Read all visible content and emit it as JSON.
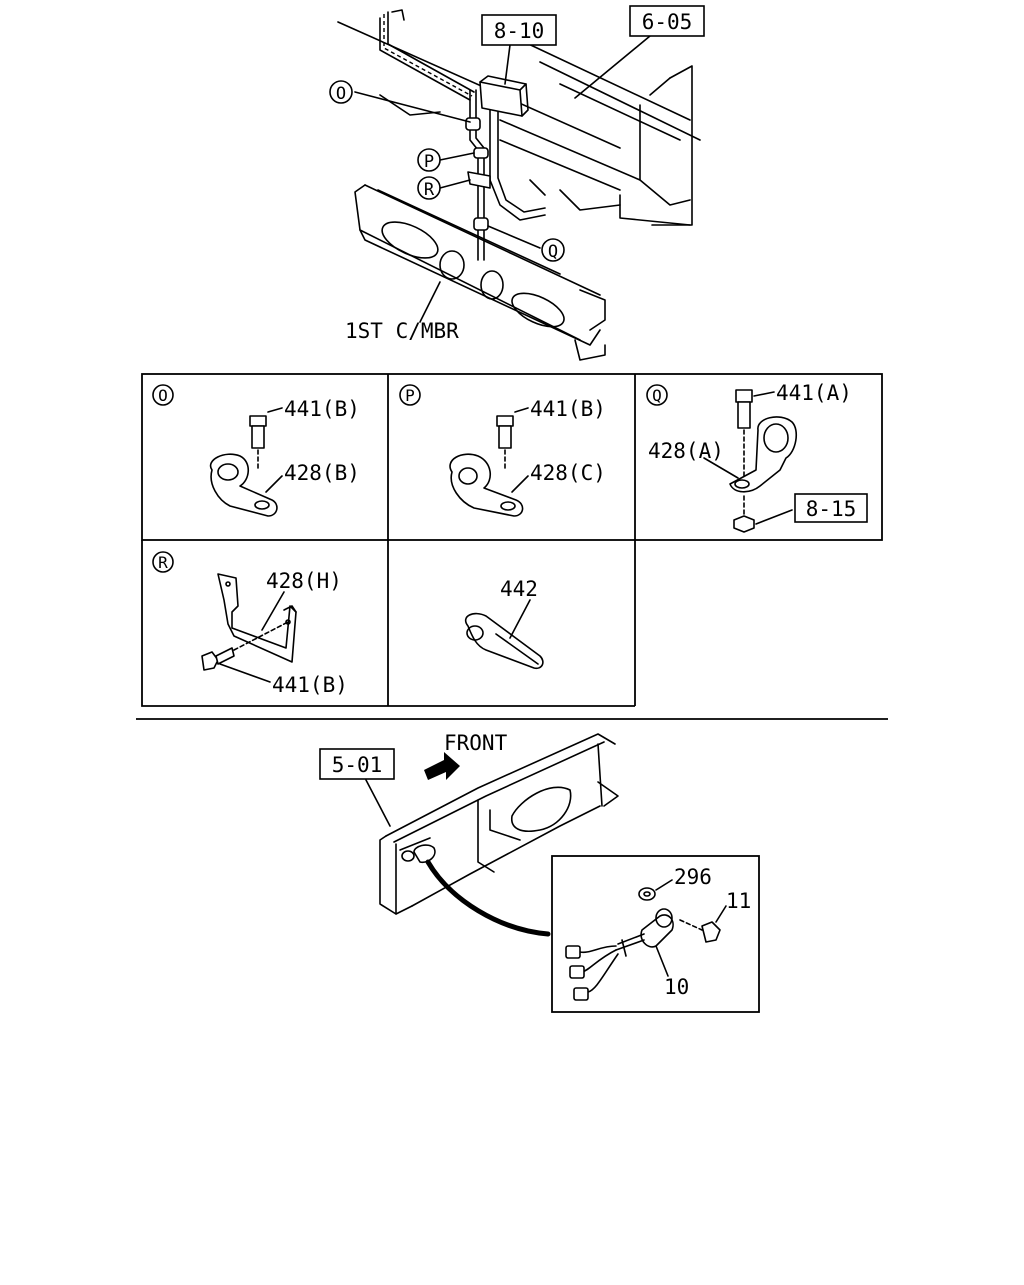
{
  "callouts": {
    "ref_8_10": "8-10",
    "ref_6_05": "6-05",
    "ref_8_15": "8-15",
    "ref_5_01": "5-01",
    "circle_o": "O",
    "circle_p": "P",
    "circle_r": "R",
    "circle_q": "Q",
    "crossmember": "1ST C/MBR",
    "front": "FRONT"
  },
  "details": {
    "o": {
      "tag": "O",
      "bolt": "441(B)",
      "clip": "428(B)"
    },
    "p": {
      "tag": "P",
      "bolt": "441(B)",
      "clip": "428(C)"
    },
    "q": {
      "tag": "Q",
      "bolt": "441(A)",
      "clip": "428(A)",
      "nut_ref": "8-15"
    },
    "r": {
      "tag": "R",
      "bracket": "428(H)",
      "bolt": "441(B)"
    },
    "tie": {
      "part": "442"
    }
  },
  "sensor": {
    "washer": "296",
    "bolt": "11",
    "sensor": "10"
  }
}
